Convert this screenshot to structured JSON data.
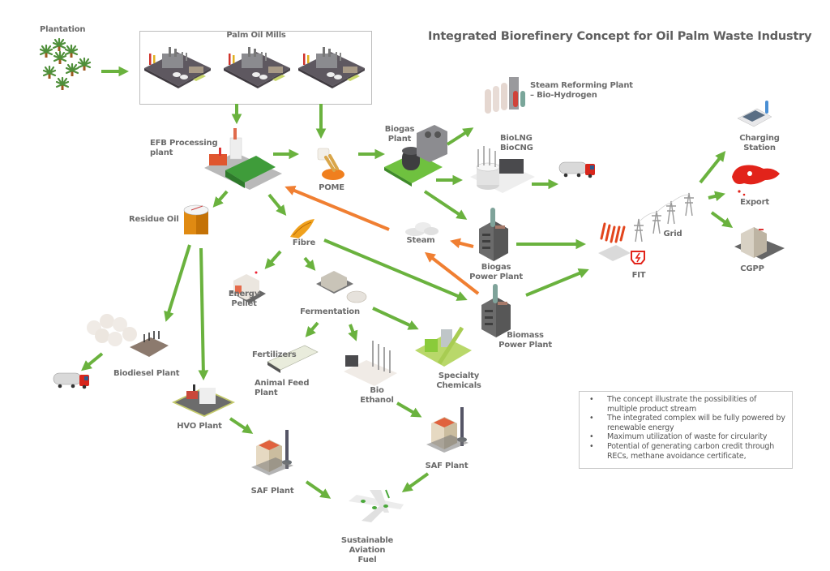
{
  "title": "Integrated Biorefinery Concept for Oil Palm Waste Industry",
  "colors": {
    "flow_arrow": "#6ab23e",
    "return_arrow": "#f07f32",
    "text": "#6b6b6b",
    "accent_red": "#e2231a"
  },
  "nodes": {
    "plantation": "Plantation",
    "palm_oil_mills": "Palm Oil Mills",
    "efb_processing": [
      "EFB Processing",
      "plant"
    ],
    "pome": "POME",
    "biogas_plant": [
      "Biogas",
      "Plant"
    ],
    "steam_reforming": [
      "Steam Reforming Plant",
      "– Bio-Hydrogen"
    ],
    "biolng": [
      "BioLNG",
      "BioCNG"
    ],
    "residue_oil": "Residue Oil",
    "fibre": "Fibre",
    "steam": "Steam",
    "biogas_power_plant": [
      "Biogas",
      "Power Plant"
    ],
    "biomass_power_plant": [
      "Biomass",
      "Power Plant"
    ],
    "grid": "Grid",
    "fit": "FIT",
    "charging_station": [
      "Charging",
      "Station"
    ],
    "export": "Export",
    "cgpp": "CGPP",
    "energy_pellet": [
      "Energy",
      "Pellet"
    ],
    "fermentation": "Fermentation",
    "fertilizers": "Fertilizers",
    "animal_feed": [
      "Animal Feed",
      "Plant"
    ],
    "bio_ethanol": [
      "Bio",
      "Ethanol"
    ],
    "specialty_chemicals": [
      "Specialty",
      "Chemicals"
    ],
    "biodiesel_plant": "Biodiesel Plant",
    "hvo_plant": "HVO Plant",
    "saf_plant_left": "SAF Plant",
    "saf_plant_right": "SAF Plant",
    "saf": [
      "Sustainable",
      "Aviation",
      "Fuel"
    ]
  },
  "edges": [
    {
      "from": "plantation",
      "to": "palm_oil_mills",
      "type": "flow"
    },
    {
      "from": "palm_oil_mills",
      "to": "efb_processing",
      "type": "flow"
    },
    {
      "from": "palm_oil_mills",
      "to": "pome",
      "type": "flow"
    },
    {
      "from": "efb_processing",
      "to": "pome",
      "type": "flow"
    },
    {
      "from": "pome",
      "to": "biogas_plant",
      "type": "flow"
    },
    {
      "from": "biogas_plant",
      "to": "steam_reforming",
      "type": "flow"
    },
    {
      "from": "biogas_plant",
      "to": "biolng",
      "type": "flow"
    },
    {
      "from": "biolng",
      "to": "tanker_truck",
      "type": "flow"
    },
    {
      "from": "biogas_plant",
      "to": "biogas_power_plant",
      "type": "flow"
    },
    {
      "from": "steam",
      "to": "efb_processing",
      "type": "return"
    },
    {
      "from": "biogas_power_plant",
      "to": "steam",
      "type": "return"
    },
    {
      "from": "biomass_power_plant",
      "to": "steam",
      "type": "return"
    },
    {
      "from": "biogas_power_plant",
      "to": "grid",
      "type": "flow"
    },
    {
      "from": "biomass_power_plant",
      "to": "grid",
      "type": "flow"
    },
    {
      "from": "grid",
      "to": "charging_station",
      "type": "flow"
    },
    {
      "from": "grid",
      "to": "export",
      "type": "flow"
    },
    {
      "from": "grid",
      "to": "cgpp",
      "type": "flow"
    },
    {
      "from": "efb_processing",
      "to": "residue_oil",
      "type": "flow"
    },
    {
      "from": "efb_processing",
      "to": "fibre",
      "type": "flow"
    },
    {
      "from": "fibre",
      "to": "biomass_power_plant",
      "type": "flow"
    },
    {
      "from": "fibre",
      "to": "energy_pellet",
      "type": "flow"
    },
    {
      "from": "fibre",
      "to": "fermentation",
      "type": "flow"
    },
    {
      "from": "fermentation",
      "to": "animal_feed",
      "type": "flow"
    },
    {
      "from": "fermentation",
      "to": "bio_ethanol",
      "type": "flow"
    },
    {
      "from": "fermentation",
      "to": "specialty_chemicals",
      "type": "flow"
    },
    {
      "from": "residue_oil",
      "to": "biodiesel_plant",
      "type": "flow"
    },
    {
      "from": "residue_oil",
      "to": "hvo_plant",
      "type": "flow"
    },
    {
      "from": "biodiesel_plant",
      "to": "tanker_truck_2",
      "type": "flow"
    },
    {
      "from": "hvo_plant",
      "to": "saf_plant_left",
      "type": "flow"
    },
    {
      "from": "bio_ethanol",
      "to": "saf_plant_right",
      "type": "flow"
    },
    {
      "from": "saf_plant_left",
      "to": "saf",
      "type": "flow"
    },
    {
      "from": "saf_plant_right",
      "to": "saf",
      "type": "flow"
    }
  ],
  "notes": [
    "The concept illustrate the possibilities of multiple product stream",
    "The integrated complex will be fully powered by renewable energy",
    "Maximum utilization of waste for circularity",
    "Potential of generating carbon credit through RECs, methane avoidance certificate,"
  ]
}
